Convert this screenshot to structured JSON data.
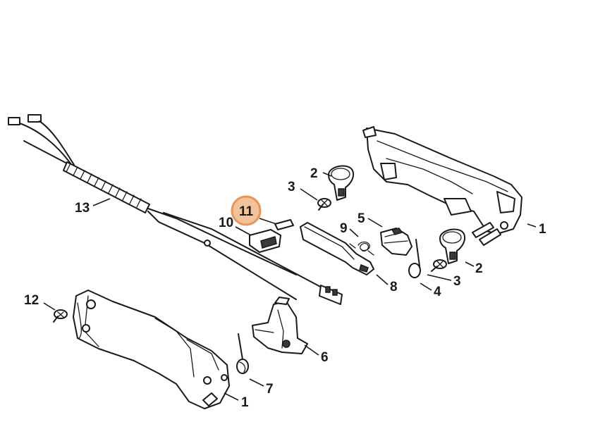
{
  "highlight": {
    "label": "11",
    "fill": "#f2c39a",
    "stroke": "#e8955a"
  },
  "callouts": {
    "c1_upper": "1",
    "c1_lower": "1",
    "c2_upper": "2",
    "c2_lower": "2",
    "c3_upper": "3",
    "c3_lower": "3",
    "c4": "4",
    "c5": "5",
    "c6": "6",
    "c7": "7",
    "c8": "8",
    "c9": "9",
    "c10": "10",
    "c12": "12",
    "c13": "13"
  }
}
